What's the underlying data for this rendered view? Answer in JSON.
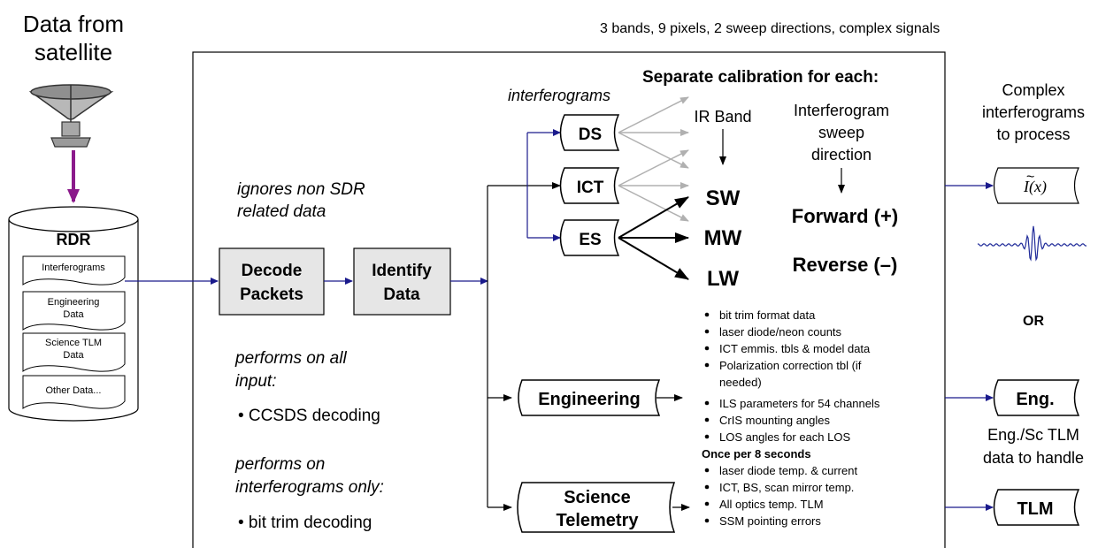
{
  "header": {
    "source_line1": "Data from",
    "source_line2": "satellite",
    "top_note": "3 bands, 9 pixels, 2 sweep directions, complex signals"
  },
  "rdr": {
    "title": "RDR",
    "items": [
      {
        "lines": [
          "Interferograms"
        ]
      },
      {
        "lines": [
          "Engineering",
          "Data"
        ]
      },
      {
        "lines": [
          "Science TLM",
          "Data"
        ]
      },
      {
        "lines": [
          "Other Data..."
        ]
      }
    ]
  },
  "process": {
    "decode": [
      "Decode",
      "Packets"
    ],
    "identify": [
      "Identify",
      "Data"
    ]
  },
  "notes": {
    "ignores": [
      "ignores non SDR",
      "related data"
    ],
    "performs_all": [
      "performs on all",
      "input:"
    ],
    "ccsds": "• CCSDS decoding",
    "performs_ifg": [
      "performs on",
      "interferograms only:"
    ],
    "bittrim": "• bit trim decoding"
  },
  "interferograms": {
    "label": "interferograms",
    "types": [
      "DS",
      "ICT",
      "ES"
    ]
  },
  "calibration": {
    "title": "Separate calibration for each:",
    "band_header": "IR Band",
    "bands": [
      "SW",
      "MW",
      "LW"
    ],
    "sweep_header": [
      "Interferogram",
      "sweep",
      "direction"
    ],
    "sweeps": [
      "Forward (+)",
      "Reverse (–)"
    ]
  },
  "outputs": {
    "complex_label": [
      "Complex",
      "interferograms",
      "to process"
    ],
    "formula": "I(x)",
    "or_label": "OR",
    "eng": "Eng.",
    "eng_note": [
      "Eng./Sc TLM",
      "data to handle"
    ],
    "tlm": "TLM"
  },
  "streams": {
    "engineering": "Engineering",
    "science": [
      "Science",
      "Telemetry"
    ]
  },
  "bullets": {
    "group1": [
      "bit trim format data",
      "laser diode/neon counts",
      "ICT emmis. tbls & model data",
      "Polarization correction tbl (if",
      "needed)",
      "ILS parameters for 54 channels",
      "CrIS mounting angles",
      "LOS angles for each LOS"
    ],
    "group2_header": "Once per 8 seconds",
    "group2": [
      "laser diode temp. & current",
      "ICT, BS, scan mirror temp.",
      "All optics temp. TLM",
      "SSM pointing errors"
    ]
  },
  "colors": {
    "flow_arrow": "#1a1a8c",
    "satellite_arrow": "#8b1a8b",
    "gray_arrow": "#b0b0b0",
    "box_fill": "#e6e6e6",
    "signal": "#1f2a99"
  }
}
